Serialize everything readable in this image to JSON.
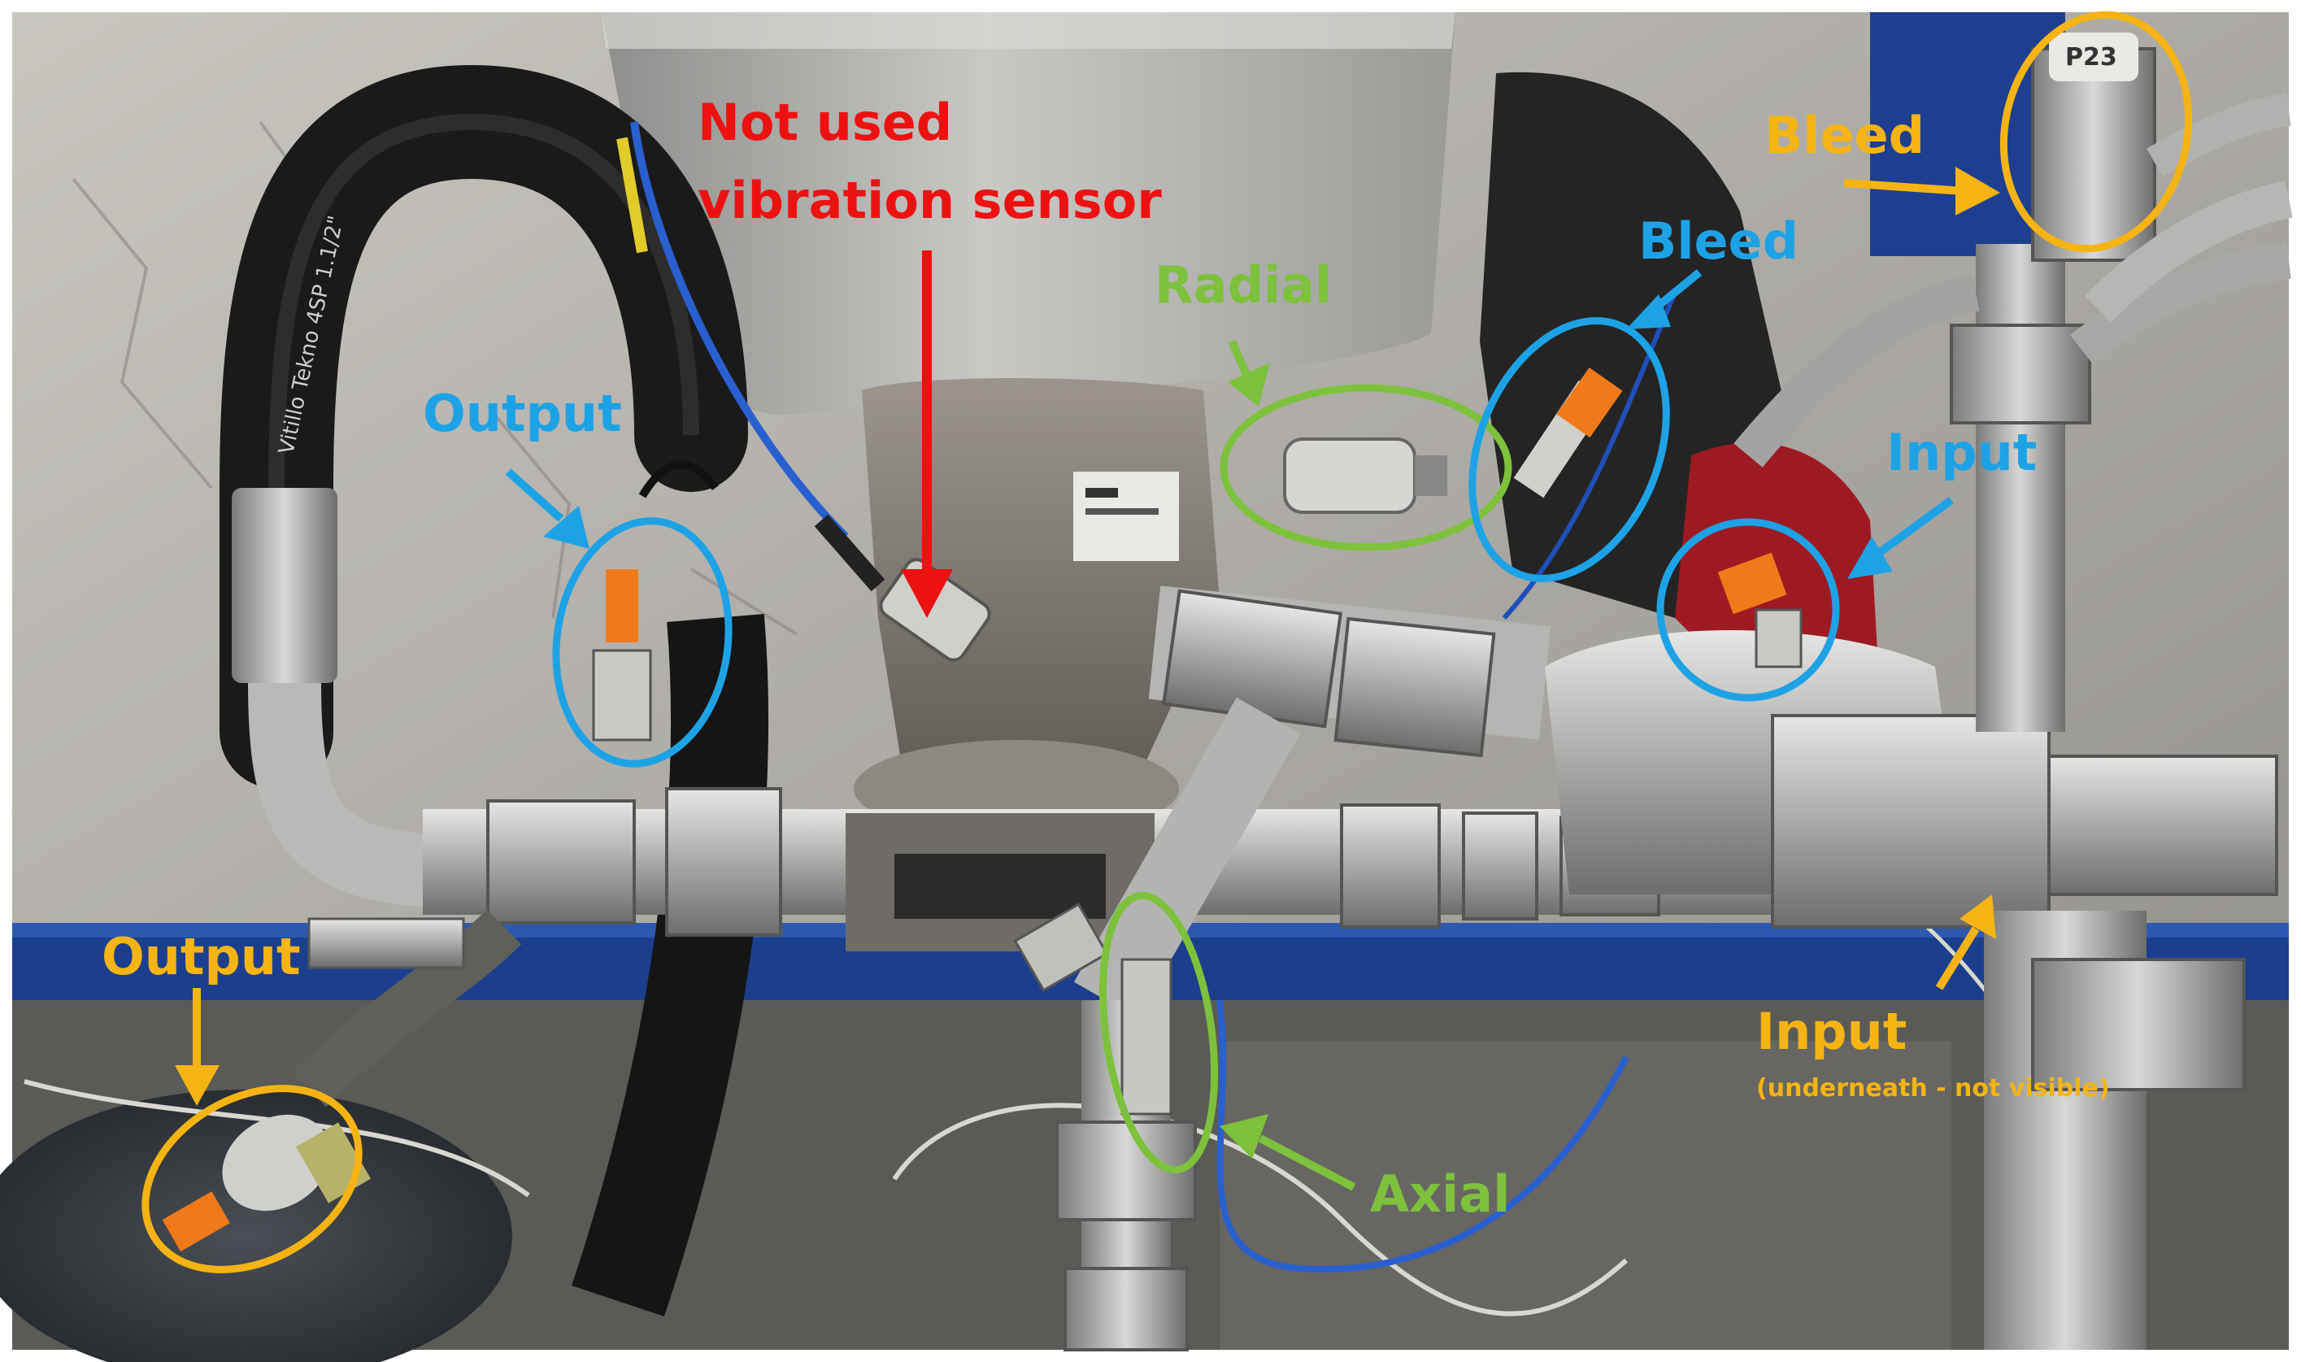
{
  "colors": {
    "blue": "#1ea2e6",
    "orange": "#f5b414",
    "green": "#7dc13c",
    "red": "#ee1111",
    "background": "#ffffff"
  },
  "labels": {
    "not_used_line1": "Not used",
    "not_used_line2": "vibration sensor",
    "radial": "Radial",
    "bleed_blue": "Bleed",
    "bleed_orange": "Bleed",
    "output_blue": "Output",
    "input_blue": "Input",
    "output_orange": "Output",
    "input_orange": "Input",
    "input_orange_note": "(underneath - not visible)",
    "axial": "Axial",
    "tag_p23": "P23",
    "hose_print": "Vitillo  Tekno     4SP 1.1/2\""
  }
}
